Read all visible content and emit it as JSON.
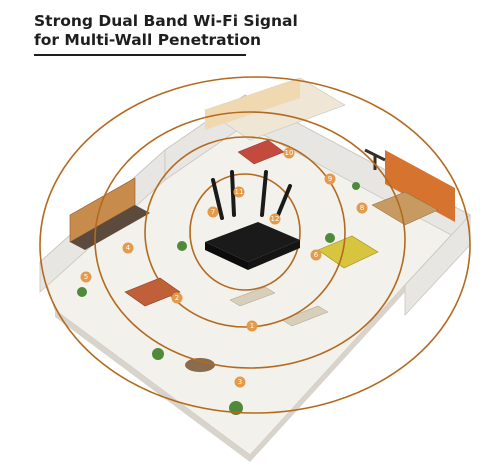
{
  "headline": {
    "line1": "Strong Dual Band Wi-Fi Signal",
    "line2": "for Multi-Wall Penetration"
  },
  "room_markers": [
    "1",
    "2",
    "3",
    "4",
    "5",
    "6",
    "7",
    "8",
    "9",
    "10",
    "11",
    "12"
  ],
  "colors": {
    "signal_ring": "#b36a1e",
    "marker": "#e39a4a",
    "floor": "#f3f1ec",
    "wall": "#e7e6e2",
    "router": "#1a1a1a",
    "accent_wall": "#d6742f"
  },
  "icons": {
    "router": "wifi-router-icon"
  }
}
